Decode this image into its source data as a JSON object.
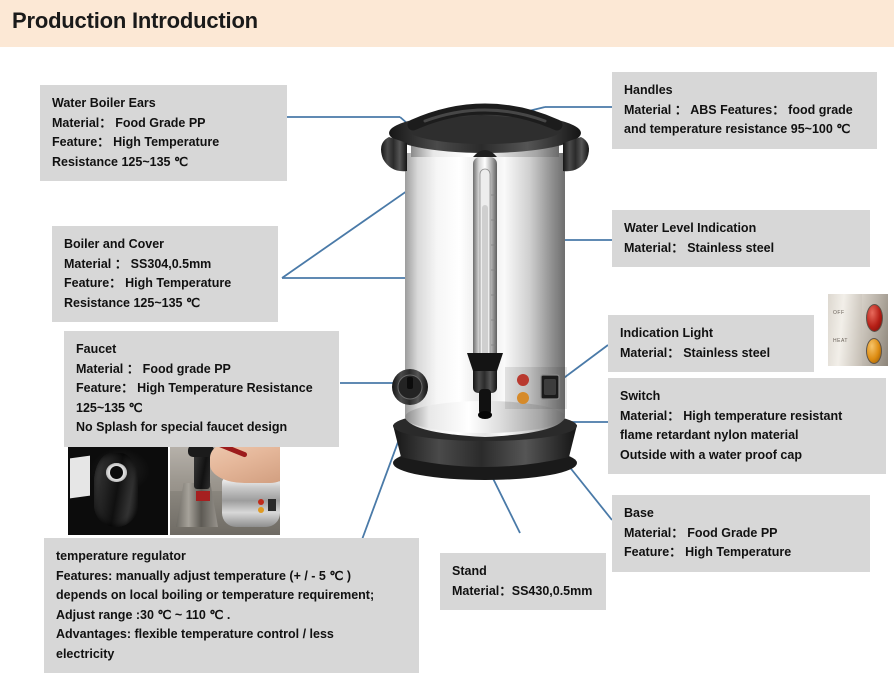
{
  "header": {
    "title": "Production Introduction",
    "band_color": "#fce8d5"
  },
  "theme": {
    "callout_bg": "#d7d7d7",
    "connector_line": "#4a7aa8",
    "text_color": "#111111"
  },
  "callouts": [
    {
      "id": "water-boiler-ears",
      "lines": [
        "Water Boiler Ears",
        "Material： Food Grade PP",
        "Feature： High Temperature",
        "Resistance 125~135 ℃"
      ]
    },
    {
      "id": "handles",
      "lines": [
        "Handles",
        "Material ： ABS Features： food grade",
        "and temperature resistance 95~100 ℃"
      ]
    },
    {
      "id": "boiler-and-cover",
      "lines": [
        "Boiler and Cover",
        "Material ： SS304,0.5mm",
        "Feature： High Temperature",
        "Resistance  125~135 ℃"
      ]
    },
    {
      "id": "water-level-indication",
      "lines": [
        "Water  Level Indication",
        "Material： Stainless steel"
      ]
    },
    {
      "id": "faucet",
      "lines": [
        "Faucet",
        "Material ： Food grade PP",
        "Feature： High Temperature Resistance",
        "125~135 ℃",
        "No  Splash  for special faucet design"
      ]
    },
    {
      "id": "indication-light",
      "lines": [
        "Indication Light",
        "Material： Stainless steel"
      ]
    },
    {
      "id": "switch",
      "lines": [
        "Switch",
        "Material： High temperature resistant",
        "flame retardant nylon material",
        "Outside with a water proof cap"
      ]
    },
    {
      "id": "base",
      "lines": [
        "Base",
        "Material： Food Grade PP",
        "Feature： High Temperature"
      ]
    },
    {
      "id": "stand",
      "lines": [
        "Stand",
        "Material：SS430,0.5mm"
      ]
    },
    {
      "id": "temperature-regulator",
      "lines": [
        "temperature regulator",
        "Features: manually adjust temperature (+ / - 5 ℃ )",
        "depends on local boiling or temperature requirement;",
        "Adjust  range :30 ℃ ~ 110 ℃ .",
        "Advantages: flexible temperature control /  less",
        "electricity"
      ]
    }
  ],
  "product": {
    "name": "stainless-steel-water-boiler-urn",
    "parts": [
      "lid-handle",
      "black-lid",
      "stainless-body",
      "water-level-gauge",
      "faucet",
      "temperature-knob",
      "indicator-lights",
      "rocker-switch",
      "black-base"
    ]
  },
  "photos": [
    {
      "id": "faucet-macro-photo",
      "caption": "faucet outlet close-up"
    },
    {
      "id": "hand-operating-faucet-photo",
      "caption": "hand operating faucet on boiler"
    },
    {
      "id": "indicator-lights-photo",
      "caption": "red and amber indicator lights close-up"
    }
  ]
}
